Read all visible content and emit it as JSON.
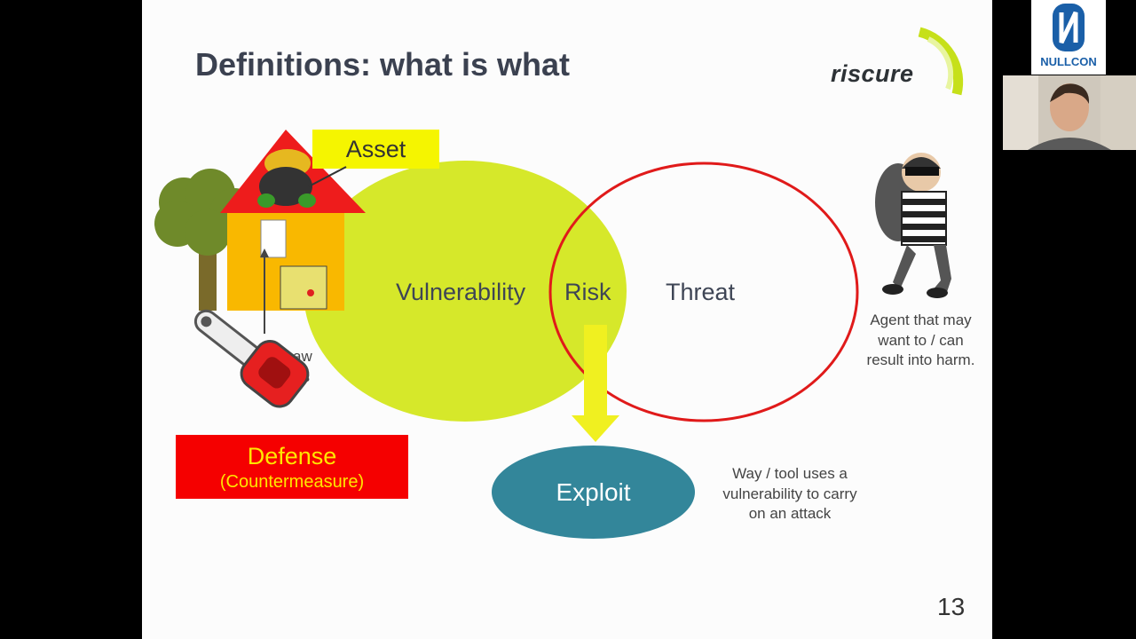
{
  "slide": {
    "title": "Definitions: what is what",
    "logo_text": "riscure",
    "asset_label": "Asset",
    "vulnerability_label": "Vulnerability",
    "risk_label": "Risk",
    "threat_label": "Threat",
    "threat_description": [
      "Agent that may",
      "want to / can",
      "result into harm."
    ],
    "partial_texts": [
      "aw",
      "ss"
    ],
    "defense_label": "Defense",
    "defense_sublabel": "(Countermeasure)",
    "exploit_label": "Exploit",
    "exploit_description": [
      "Way / tool uses a",
      "vulnerability to carry",
      "on an attack"
    ],
    "slide_number": "13"
  },
  "sidebar": {
    "conference_logo_text": "NULLCON"
  },
  "colors": {
    "vulnerability_fill": "#d6e82a",
    "threat_outline": "#e01a1a",
    "exploit_fill": "#33869a",
    "defense_fill": "#f50000",
    "asset_fill": "#f5f500",
    "arrow_fill": "#f0f020"
  },
  "icons": [
    "house-icon",
    "tree-icon",
    "treasure-pot-icon",
    "chainsaw-icon",
    "burglar-icon",
    "riscure-logo-arc",
    "nullcon-logo-icon",
    "webcam-video"
  ]
}
